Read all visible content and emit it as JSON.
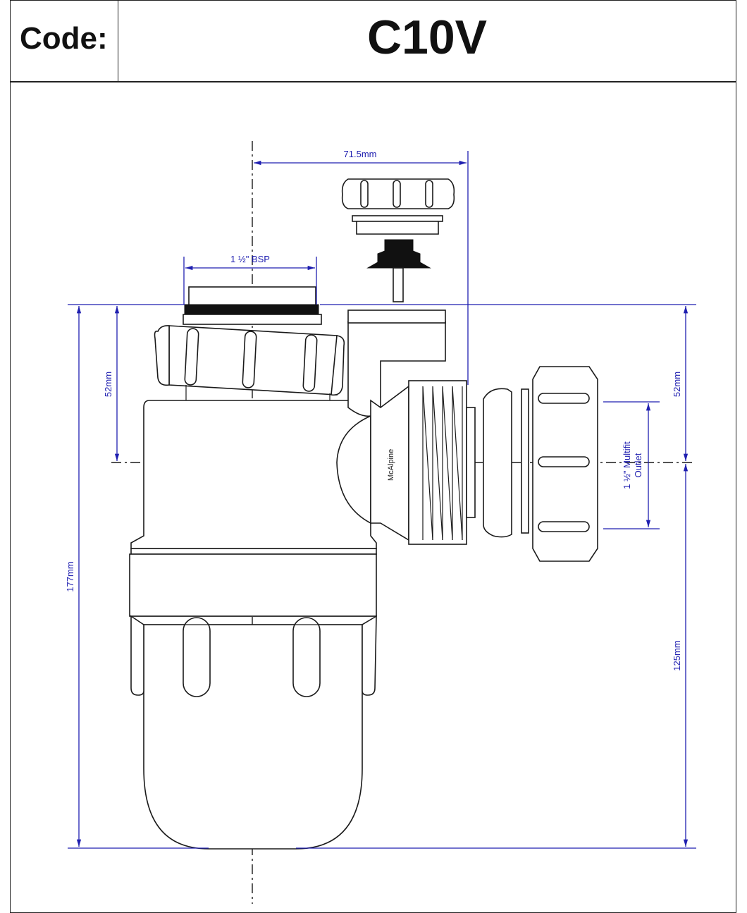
{
  "header": {
    "code_label": "Code:",
    "code_value": "C10V"
  },
  "drawing": {
    "brand_mark": "McAlpine",
    "dimensions": {
      "top_offset": "71.5mm",
      "inlet_thread": "1 ½\" BSP",
      "inlet_to_outlet_centre": "52mm",
      "overall_height": "177mm",
      "right_upper": "52mm",
      "right_lower": "125mm",
      "outlet_line1": "1 ½\" Multifit",
      "outlet_line2": "Outlet"
    }
  },
  "colors": {
    "dimension": "#1f1fb0",
    "outline": "#1a1a1a",
    "background": "#ffffff"
  }
}
